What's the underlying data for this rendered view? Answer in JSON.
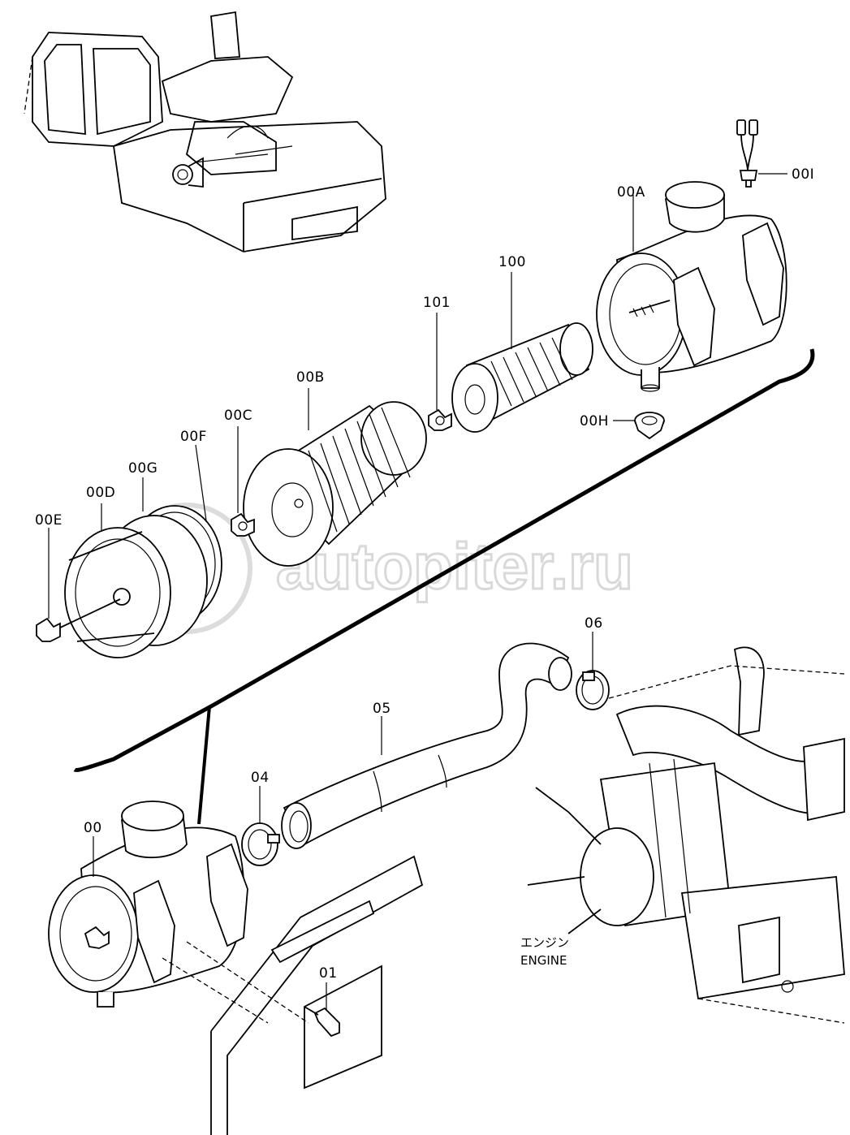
{
  "labels": {
    "p00I": "00I",
    "p00A": "00A",
    "p100": "100",
    "p101": "101",
    "p00B": "00B",
    "p00H": "00H",
    "p00C": "00C",
    "p00F": "00F",
    "p00G": "00G",
    "p00D": "00D",
    "p00E": "00E",
    "p06": "06",
    "p05": "05",
    "p04": "04",
    "p00": "00",
    "p01": "01"
  },
  "engine": {
    "jp": "エンジン",
    "en": "ENGINE"
  },
  "watermark": {
    "text": "autopiter.ru",
    "color": "#d9d9d9"
  }
}
